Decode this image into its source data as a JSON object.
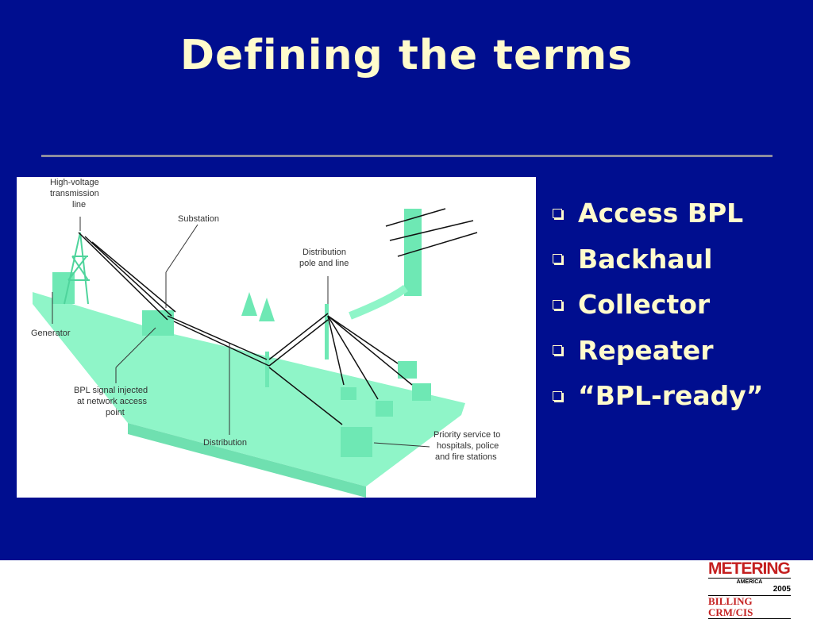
{
  "title": "Defining the terms",
  "bullets": [
    "Access BPL",
    "Backhaul",
    "Collector",
    "Repeater",
    "“BPL-ready”"
  ],
  "diagram": {
    "labels": {
      "hv_line_1": "High-voltage",
      "hv_line_2": "transmission",
      "hv_line_3": "line",
      "substation": "Substation",
      "dist_pole_1": "Distribution",
      "dist_pole_2": "pole and line",
      "generator": "Generator",
      "bpl_1": "BPL signal injected",
      "bpl_2": "at network access",
      "bpl_3": "point",
      "distribution": "Distribution",
      "priority_1": "Priority service to",
      "priority_2": "hospitals, police",
      "priority_3": "and fire stations"
    },
    "colors": {
      "ground": "#8ff5c8",
      "structure": "#6ee8b4",
      "line": "#111111"
    }
  },
  "logo": {
    "metering": "METERING",
    "america": "AMERICA",
    "year": "2005",
    "billing": "BILLING CRM/CIS"
  },
  "colors": {
    "background": "#000e8f",
    "title": "#fffbcc",
    "rule": "#8c8c9e"
  }
}
